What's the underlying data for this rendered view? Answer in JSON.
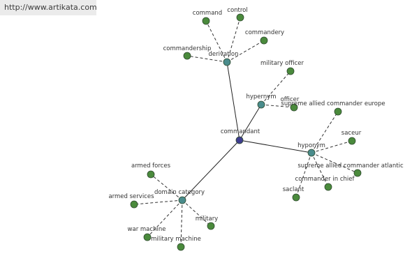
{
  "watermark": {
    "url": "http://www.artikata.com"
  },
  "colors": {
    "center_node": "#3f3d8f",
    "relation_node": "#4a8c8c",
    "leaf_node": "#4a8a3c",
    "node_outline": "#2f4a2f",
    "solid_edge": "#222222",
    "dashed_edge": "#333333"
  },
  "graph": {
    "center": "commandant",
    "relations": [
      {
        "id": "derivation",
        "label": "derivation",
        "terms": [
          "command",
          "control",
          "commandery",
          "commandership"
        ]
      },
      {
        "id": "hypernym",
        "label": "hypernym",
        "terms": [
          "military officer",
          "officer"
        ]
      },
      {
        "id": "hyponym",
        "label": "hyponym",
        "terms": [
          "supreme allied commander europe",
          "saceur",
          "supreme allied commander atlantic",
          "commander in chief",
          "saclant"
        ]
      },
      {
        "id": "domain-category",
        "label": "domain category",
        "terms": [
          "armed forces",
          "armed services",
          "war machine",
          "military machine",
          "military"
        ]
      }
    ]
  }
}
